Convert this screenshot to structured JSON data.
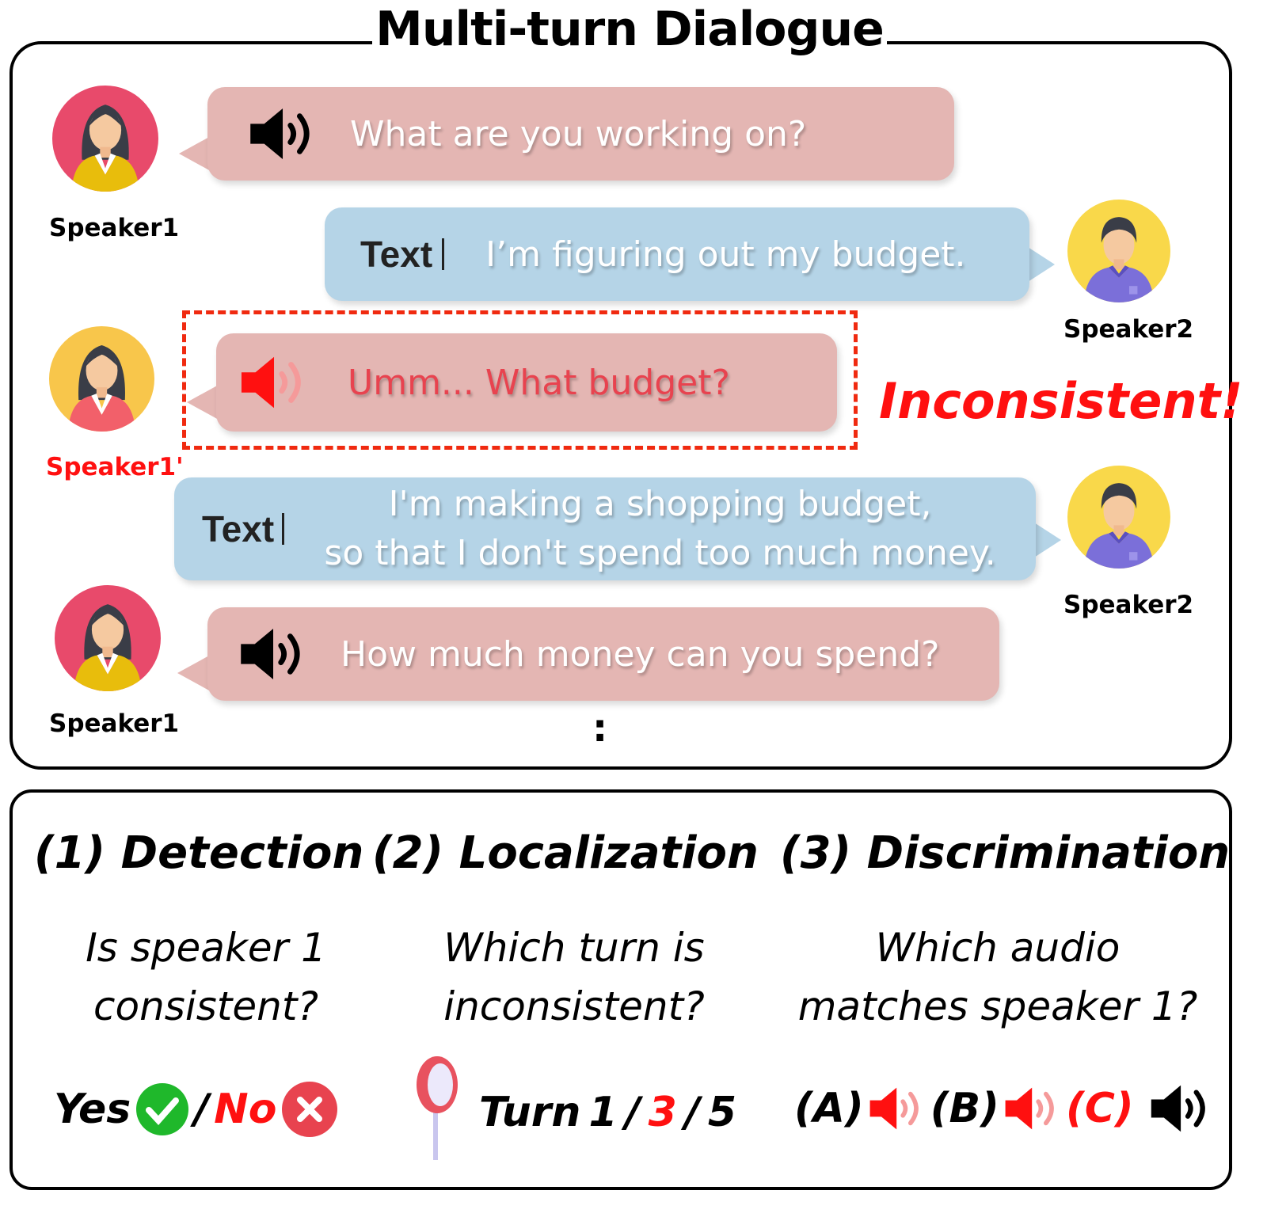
{
  "title": "Multi-turn Dialogue",
  "dialogue": [
    {
      "speaker": "Speaker1",
      "mode": "audio",
      "text": "What are you working on?"
    },
    {
      "speaker": "Speaker2",
      "mode": "text",
      "mode_label": "Text",
      "text": "I’m figuring out my budget."
    },
    {
      "speaker": "Speaker1'",
      "mode": "audio",
      "text": "Umm... What budget?"
    },
    {
      "speaker": "Speaker2",
      "mode": "text",
      "mode_label": "Text",
      "text_line1": "I'm making a shopping budget,",
      "text_line2": "so that I don't spend too much money."
    },
    {
      "speaker": "Speaker1",
      "mode": "audio",
      "text": "How much money can you spend?"
    }
  ],
  "inconsistent_label": "Inconsistent!",
  "ellipsis": ":",
  "tasks": [
    {
      "heading": "(1) Detection",
      "q1": "Is speaker 1",
      "q2": "consistent?",
      "yes": "Yes",
      "sep": "/",
      "no": "No"
    },
    {
      "heading": "(2) Localization",
      "q1": "Which turn is",
      "q2": "inconsistent?",
      "turn": "Turn",
      "t1": "1",
      "s1": "/",
      "t3": "3",
      "s2": "/",
      "t5": "5"
    },
    {
      "heading": "(3) Discrimination",
      "q1": "Which audio",
      "q2": "matches speaker 1?",
      "a": "(A)",
      "b": "(B)",
      "c": "(C)"
    }
  ],
  "colors": {
    "pink": "#e4b6b3",
    "blue": "#b5d4e7",
    "red": "#ff1a1a",
    "green": "#1fb82b"
  }
}
